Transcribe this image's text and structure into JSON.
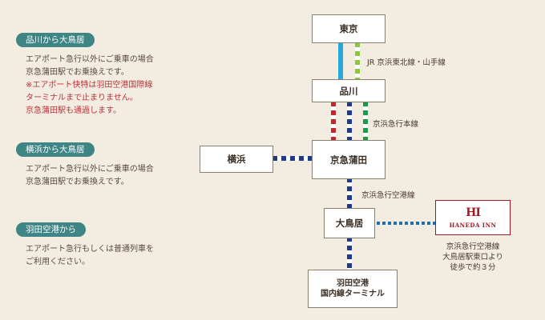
{
  "routes": [
    {
      "pill": "品川から大鳥居",
      "lines": [
        {
          "text": "エアポート急行以外にご乗車の場合",
          "warn": false
        },
        {
          "text": "京急蒲田駅でお乗換えです。",
          "warn": false
        },
        {
          "text": "※エアポート快特は羽田空港国際線",
          "warn": true
        },
        {
          "text": "ターミナルまで止まりません。",
          "warn": true
        },
        {
          "text": "京急蒲田駅も通過します。",
          "warn": true
        }
      ]
    },
    {
      "pill": "横浜から大鳥居",
      "lines": [
        {
          "text": "エアポート急行以外にご乗車の場合",
          "warn": false
        },
        {
          "text": "京急蒲田駅でお乗換えです。",
          "warn": false
        }
      ]
    },
    {
      "pill": "羽田空港から",
      "lines": [
        {
          "text": "エアポート急行もしくは普通列車を",
          "warn": false
        },
        {
          "text": "ご利用ください。",
          "warn": false
        }
      ]
    }
  ],
  "stations": {
    "tokyo": "東京",
    "shinagawa": "品川",
    "yokohama": "横浜",
    "kamata": "京急蒲田",
    "otorii": "大鳥居",
    "haneda_line1": "羽田空港",
    "haneda_line2": "国内線ターミナル"
  },
  "line_labels": {
    "jr": "JR 京浜東北線・山手線",
    "keikyu_main": "京浜急行本線",
    "keikyu_airport": "京浜急行空港線"
  },
  "hotel": {
    "logo": "HI",
    "name": "HANEDA INN",
    "access": [
      "京浜急行空港線",
      "大鳥居駅東口より",
      "徒歩で約３分"
    ]
  },
  "colors": {
    "pill": "#3f8585",
    "warn": "#c0303c",
    "jr_keihin_tohoku": "#29a7df",
    "jr_yamanote": "#8cc63e",
    "keikyu_red": "#c1272d",
    "keikyu_blue": "#1f3a8c",
    "keikyu_green": "#1b9a4a",
    "hotel_brand": "#a11b26"
  }
}
